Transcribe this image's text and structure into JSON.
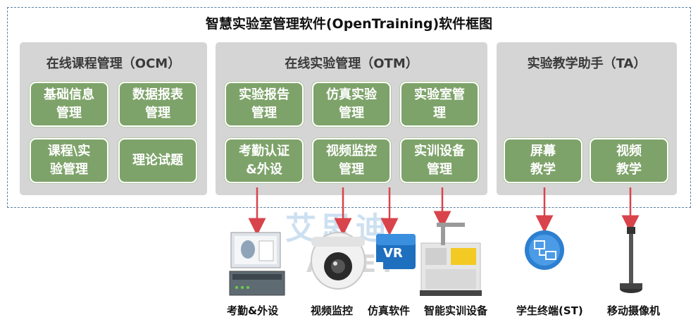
{
  "title": "智慧实验室管理软件(OpenTraining)软件框图",
  "panels": [
    {
      "title": "在线课程管理（OCM）",
      "modules": [
        "基础信息\n管理",
        "数据报表\n管理",
        "课程\\实\n验管理",
        "理论试题"
      ]
    },
    {
      "title": "在线实验管理（OTM）",
      "modules": [
        "实验报告\n管理",
        "仿真实验\n管理",
        "实验室管\n理",
        "考勤认证\n&外设",
        "视频监控\n管理",
        "实训设备\n管理"
      ]
    },
    {
      "title": "实验教学助手（TA）",
      "modules": [
        "屏幕\n教学",
        "视频\n教学"
      ]
    }
  ],
  "devices": [
    "考勤&外设",
    "视频监控",
    "仿真软件",
    "智能实训设备",
    "学生终端(ST)",
    "移动摄像机"
  ],
  "watermark": {
    "cn": "艾思迪",
    "en": "AK-ET"
  },
  "vr_badge": "VR",
  "colors": {
    "module": "#7ea36a",
    "panel": "#d5d5d5",
    "arrow": "#d9434b",
    "frame": "#5a80a0"
  }
}
